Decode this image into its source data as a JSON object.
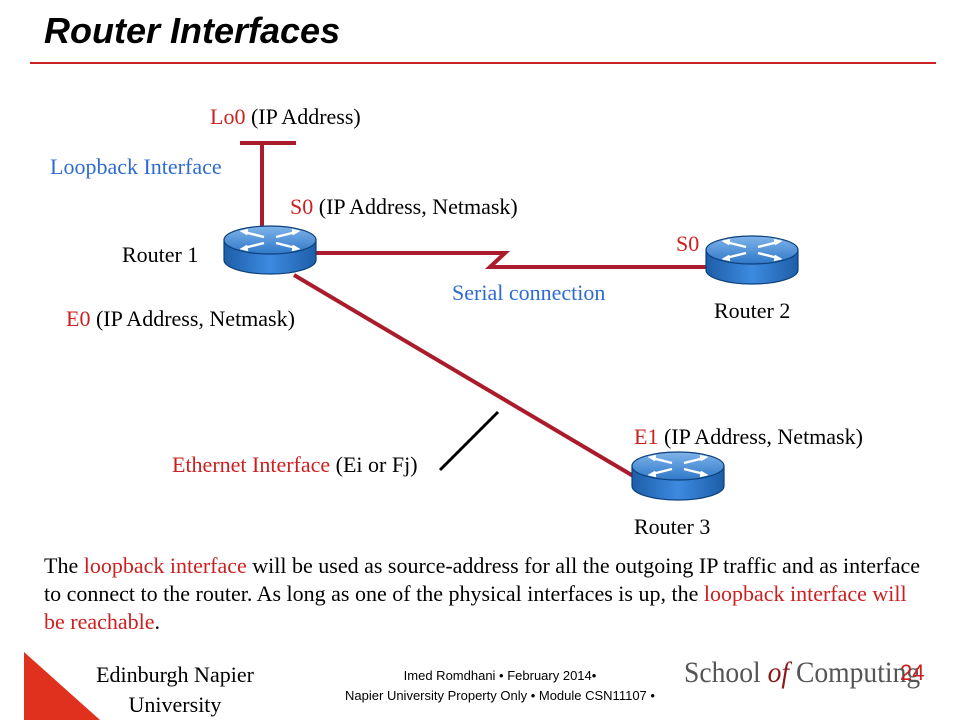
{
  "slide": {
    "title": "Router Interfaces",
    "accent_color": "#cc1f1f",
    "label_blue": "#2e6bd1"
  },
  "diagram": {
    "routers": [
      {
        "id": "r1",
        "label": "Router 1",
        "icon": "router-icon"
      },
      {
        "id": "r2",
        "label": "Router 2",
        "icon": "router-icon"
      },
      {
        "id": "r3",
        "label": "Router 3",
        "icon": "router-icon"
      }
    ],
    "labels": {
      "lo0_name": "Lo0",
      "lo0_rest": " (IP Address)",
      "loopback": "Loopback Interface",
      "s0_r1_name": "S0",
      "s0_r1_rest": " (IP Address, Netmask)",
      "s0_r2": "S0",
      "serial": "Serial connection",
      "e0_name": "E0",
      "e0_rest": " (IP Address, Netmask)",
      "e1_name": "E1",
      "e1_rest": " (IP Address, Netmask)",
      "ethernet_name": "Ethernet Interface",
      "ethernet_rest": " (Ei or Fj)"
    }
  },
  "body": {
    "p1": "The ",
    "p2": "loopback interface",
    "p3": " will be used as source-address for all the outgoing IP traffic and as interface to connect to the router. As long as one of the physical interfaces is up, the ",
    "p4": "loopback interface will be reachable",
    "p5": "."
  },
  "footer": {
    "org": "Edinburgh Napier University",
    "meta_line1": "Imed Romdhani • February 2014•",
    "meta_line2": "Napier University Property Only • Module CSN11107 •",
    "page": "24",
    "logo_school": "School ",
    "logo_of": "of",
    "logo_computing": " Computing"
  }
}
